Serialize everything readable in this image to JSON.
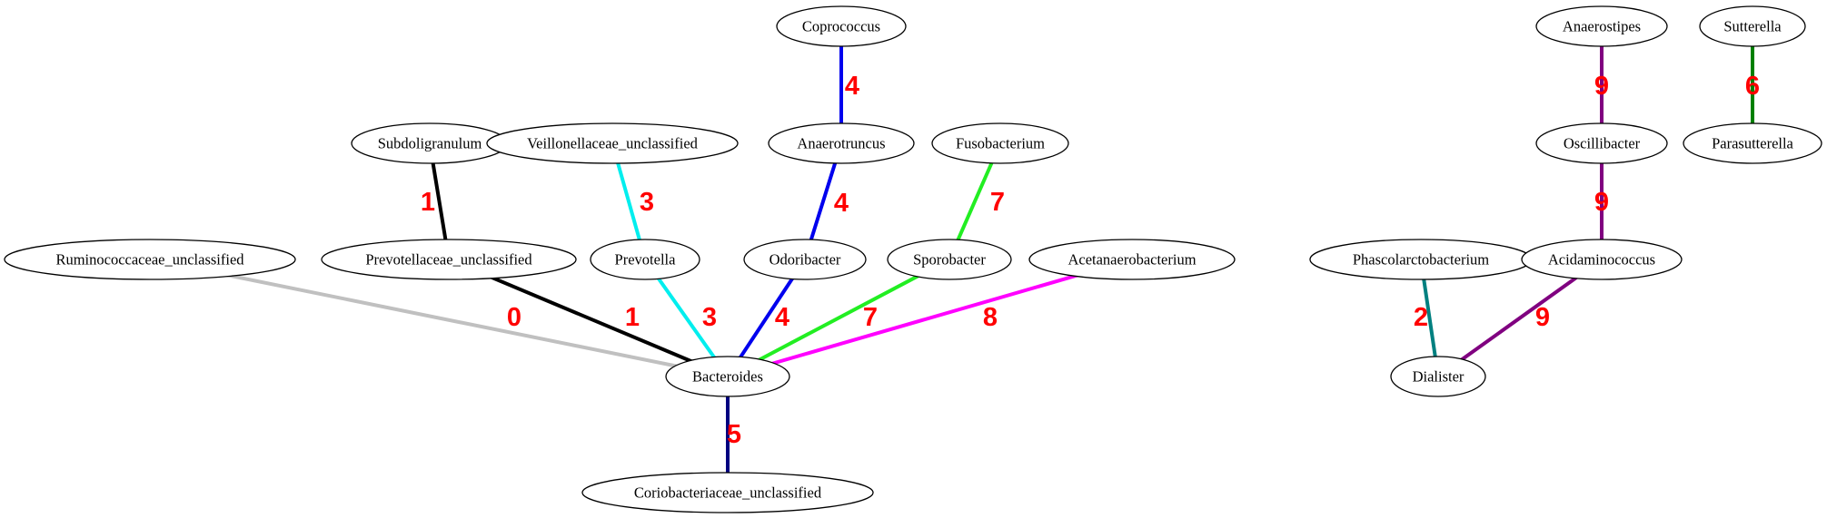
{
  "nodes": [
    {
      "id": "Coprococcus",
      "label": "Coprococcus"
    },
    {
      "id": "Anaerostipes",
      "label": "Anaerostipes"
    },
    {
      "id": "Sutterella",
      "label": "Sutterella"
    },
    {
      "id": "Subdoligranulum",
      "label": "Subdoligranulum"
    },
    {
      "id": "Veillonellaceae_unclassified",
      "label": "Veillonellaceae_unclassified"
    },
    {
      "id": "Anaerotruncus",
      "label": "Anaerotruncus"
    },
    {
      "id": "Fusobacterium",
      "label": "Fusobacterium"
    },
    {
      "id": "Oscillibacter",
      "label": "Oscillibacter"
    },
    {
      "id": "Parasutterella",
      "label": "Parasutterella"
    },
    {
      "id": "Ruminococcaceae_unclassified",
      "label": "Ruminococcaceae_unclassified"
    },
    {
      "id": "Prevotellaceae_unclassified",
      "label": "Prevotellaceae_unclassified"
    },
    {
      "id": "Prevotella",
      "label": "Prevotella"
    },
    {
      "id": "Odoribacter",
      "label": "Odoribacter"
    },
    {
      "id": "Sporobacter",
      "label": "Sporobacter"
    },
    {
      "id": "Acetanaerobacterium",
      "label": "Acetanaerobacterium"
    },
    {
      "id": "Phascolarctobacterium",
      "label": "Phascolarctobacterium"
    },
    {
      "id": "Acidaminococcus",
      "label": "Acidaminococcus"
    },
    {
      "id": "Bacteroides",
      "label": "Bacteroides"
    },
    {
      "id": "Dialister",
      "label": "Dialister"
    },
    {
      "id": "Coriobacteriaceae_unclassified",
      "label": "Coriobacteriaceae_unclassified"
    }
  ],
  "edges": [
    {
      "from": "Coprococcus",
      "to": "Anaerotruncus",
      "label": "4",
      "color": "#0000ee"
    },
    {
      "from": "Anaerotruncus",
      "to": "Odoribacter",
      "label": "4",
      "color": "#0000ee"
    },
    {
      "from": "Odoribacter",
      "to": "Bacteroides",
      "label": "4",
      "color": "#0000ee"
    },
    {
      "from": "Subdoligranulum",
      "to": "Prevotellaceae_unclassified",
      "label": "1",
      "color": "#000000"
    },
    {
      "from": "Prevotellaceae_unclassified",
      "to": "Bacteroides",
      "label": "1",
      "color": "#000000"
    },
    {
      "from": "Veillonellaceae_unclassified",
      "to": "Prevotella",
      "label": "3",
      "color": "#00eeee"
    },
    {
      "from": "Prevotella",
      "to": "Bacteroides",
      "label": "3",
      "color": "#00eeee"
    },
    {
      "from": "Fusobacterium",
      "to": "Sporobacter",
      "label": "7",
      "color": "#22ee22"
    },
    {
      "from": "Sporobacter",
      "to": "Bacteroides",
      "label": "7",
      "color": "#22ee22"
    },
    {
      "from": "Ruminococcaceae_unclassified",
      "to": "Bacteroides",
      "label": "0",
      "color": "#c0c0c0"
    },
    {
      "from": "Acetanaerobacterium",
      "to": "Bacteroides",
      "label": "8",
      "color": "#ff00ff"
    },
    {
      "from": "Bacteroides",
      "to": "Coriobacteriaceae_unclassified",
      "label": "5",
      "color": "#000080"
    },
    {
      "from": "Anaerostipes",
      "to": "Oscillibacter",
      "label": "9",
      "color": "#800080"
    },
    {
      "from": "Oscillibacter",
      "to": "Acidaminococcus",
      "label": "9",
      "color": "#800080"
    },
    {
      "from": "Acidaminococcus",
      "to": "Dialister",
      "label": "9",
      "color": "#800080"
    },
    {
      "from": "Phascolarctobacterium",
      "to": "Dialister",
      "label": "2",
      "color": "#008080"
    },
    {
      "from": "Sutterella",
      "to": "Parasutterella",
      "label": "6",
      "color": "#008000"
    }
  ]
}
